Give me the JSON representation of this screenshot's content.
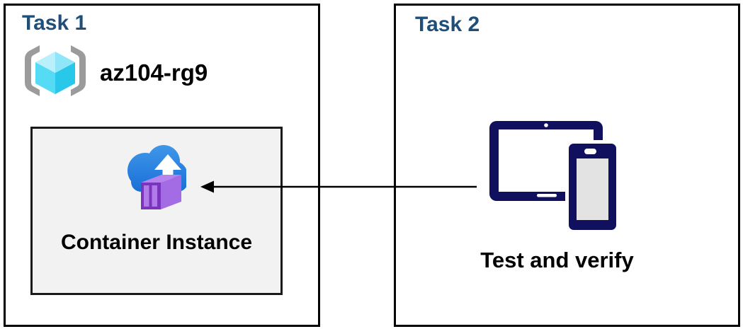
{
  "task1": {
    "title": "Task 1",
    "resource_group": {
      "icon": "resource-group-icon",
      "name": "az104-rg9"
    },
    "container_box": {
      "icon": "container-instance-icon",
      "label": "Container Instance"
    }
  },
  "task2": {
    "title": "Task 2",
    "devices_icon": "tablet-and-phone-icon",
    "label": "Test and verify"
  },
  "arrow": {
    "direction": "right-to-left",
    "from": "tablet-and-phone-icon",
    "to": "container-instance-icon"
  },
  "colors": {
    "task_title": "#1f4e79",
    "box_border": "#000000",
    "inner_box_fill": "#f2f2f2",
    "inner_box_border": "#1a1a1a",
    "device_navy": "#10105e",
    "device_phone_screen": "#e3e3e3",
    "cloud_blue_top": "#3f97e9",
    "cloud_blue_bottom": "#1a6fd6",
    "container_purple_front": "#7a35bd",
    "container_purple_slats": "#b07ae8",
    "container_purple_top": "#b684ef",
    "container_purple_right": "#a46ce4",
    "cube_cyan_top_left": "#b9f0fb",
    "cube_cyan_top_right": "#8fe6f8",
    "cube_cyan_left": "#55dbf4",
    "cube_cyan_right": "#29c8ea",
    "bracket_gray": "#9b9b9b",
    "arrow_black": "#000000"
  }
}
